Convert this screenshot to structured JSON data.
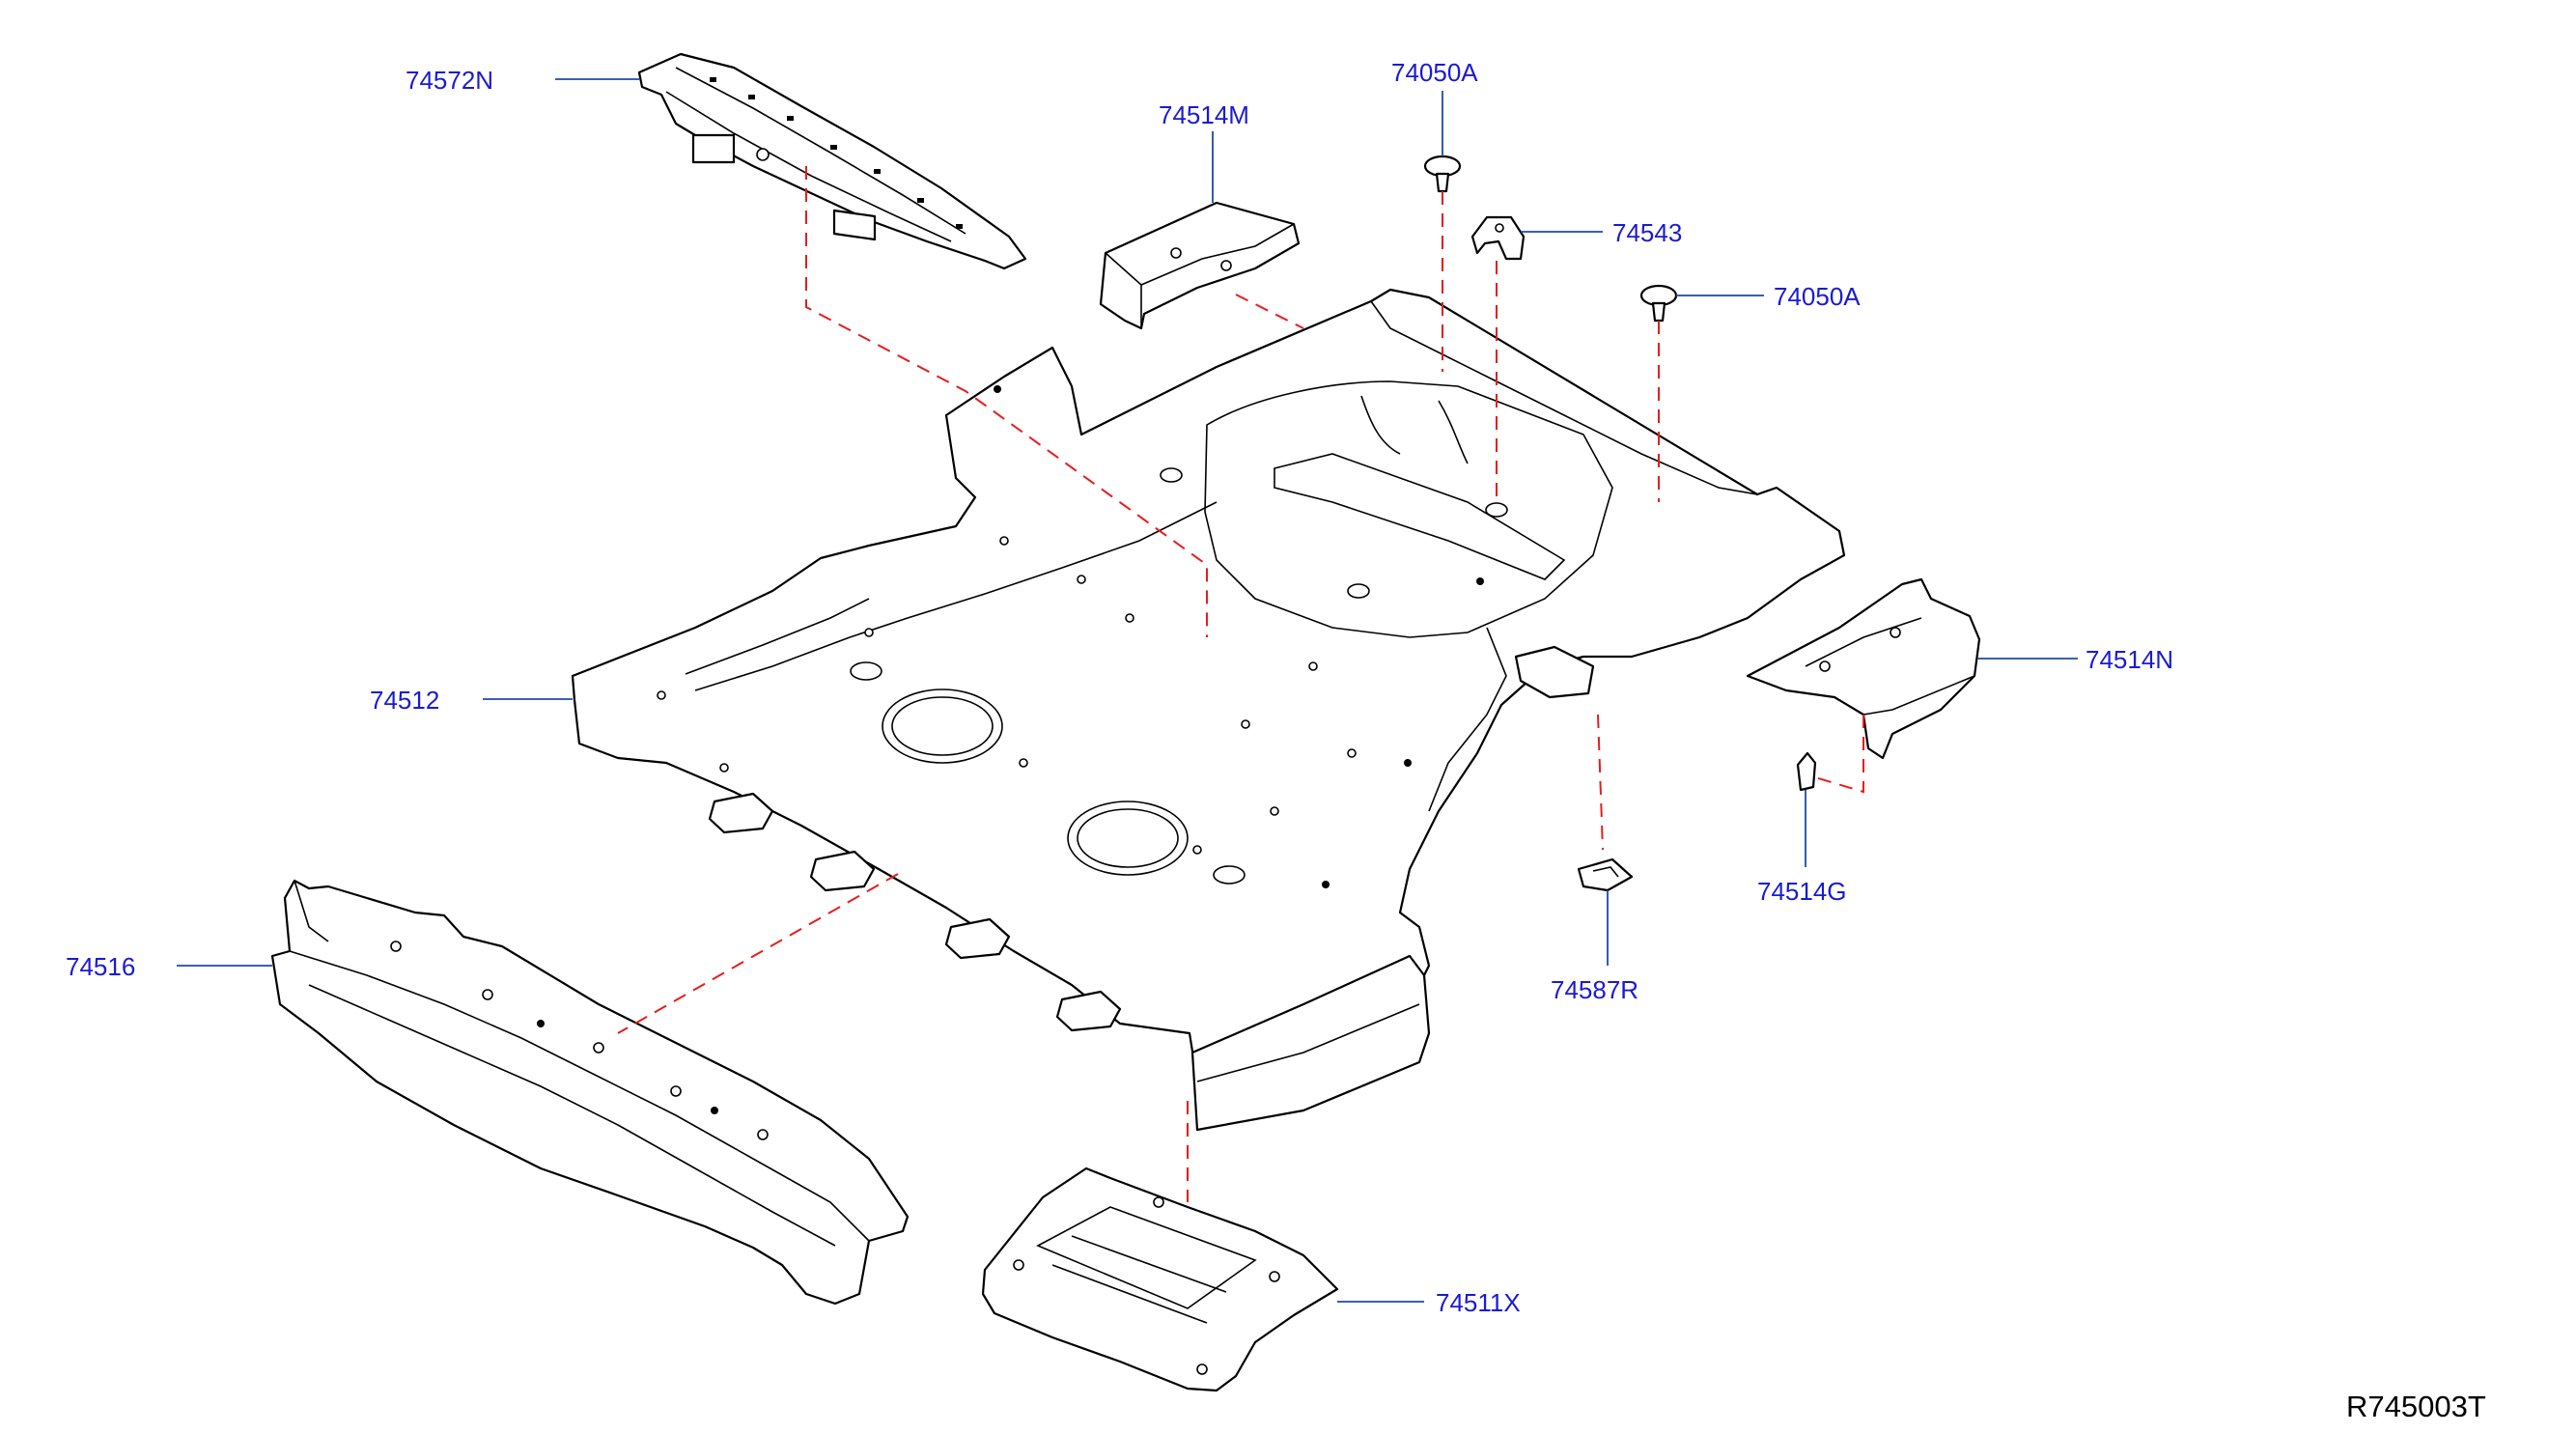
{
  "labels": {
    "p74572N": "74572N",
    "p74514M": "74514M",
    "p74050A_top": "74050A",
    "p74543": "74543",
    "p74050A_right": "74050A",
    "p74512": "74512",
    "p74514N": "74514N",
    "p74514G": "74514G",
    "p74587R": "74587R",
    "p74516": "74516",
    "p74511X": "74511X"
  },
  "diagram_code": "R745003T",
  "colors": {
    "label": "#1a1ad4",
    "leader": "#1f4aa8",
    "reference_line": "#e41e1e",
    "outline": "#000000"
  }
}
